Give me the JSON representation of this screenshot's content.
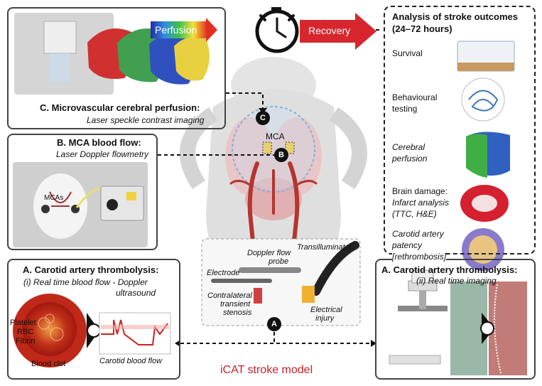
{
  "panel_c": {
    "perfusion_label": "Perfusion",
    "title": "C. Microvascular cerebral perfusion:",
    "subtitle": "Laser speckle contrast imaging"
  },
  "panel_b": {
    "title": "B. MCA blood flow:",
    "subtitle": "Laser Doppler flowmetry",
    "mcas_label": "MCAs"
  },
  "panel_a1": {
    "title": "A. Carotid artery thrombolysis:",
    "subtitle_line1": "(i) Real time blood flow - Doppler",
    "subtitle_line2": "ultrasound",
    "platelet": "Platelet",
    "rbc": "RBC",
    "fibrin": "Fibrin",
    "blood_clot": "Blood clot",
    "carotid_flow": "Carotid blood flow"
  },
  "panel_a2": {
    "title": "A. Carotid artery thrombolysis:",
    "subtitle": "(ii) Real time imaging"
  },
  "center": {
    "recovery": "Recovery",
    "mca": "MCA",
    "marker_c": "C",
    "marker_b": "B",
    "marker_a": "A",
    "doppler_probe_1": "Doppler flow",
    "doppler_probe_2": "probe",
    "transilluminator": "Transilluminator",
    "electrode": "Electrode",
    "contralateral_1": "Contralateral",
    "contralateral_2": "transient",
    "contralateral_3": "stenosis",
    "electrical_1": "Electrical",
    "electrical_2": "injury",
    "model_title": "iCAT stroke model"
  },
  "outcomes": {
    "title_line1": "Analysis of stroke outcomes",
    "title_line2": "(24–72 hours)",
    "survival": "Survival",
    "behavioural_1": "Behavioural",
    "behavioural_2": "testing",
    "cerebral_1": "Cerebral",
    "cerebral_2": "perfusion",
    "brain_damage": "Brain damage:",
    "infarct_1": "Infarct analysis",
    "infarct_2": "(TTC, H&E)",
    "carotid_1": "Carotid artery",
    "carotid_2": "patency",
    "carotid_3": "[rethrombosis]"
  },
  "colors": {
    "accent_red": "#d7262d",
    "title_red": "#c8202a",
    "panel_bg": "#efefef",
    "dark": "#111111"
  }
}
